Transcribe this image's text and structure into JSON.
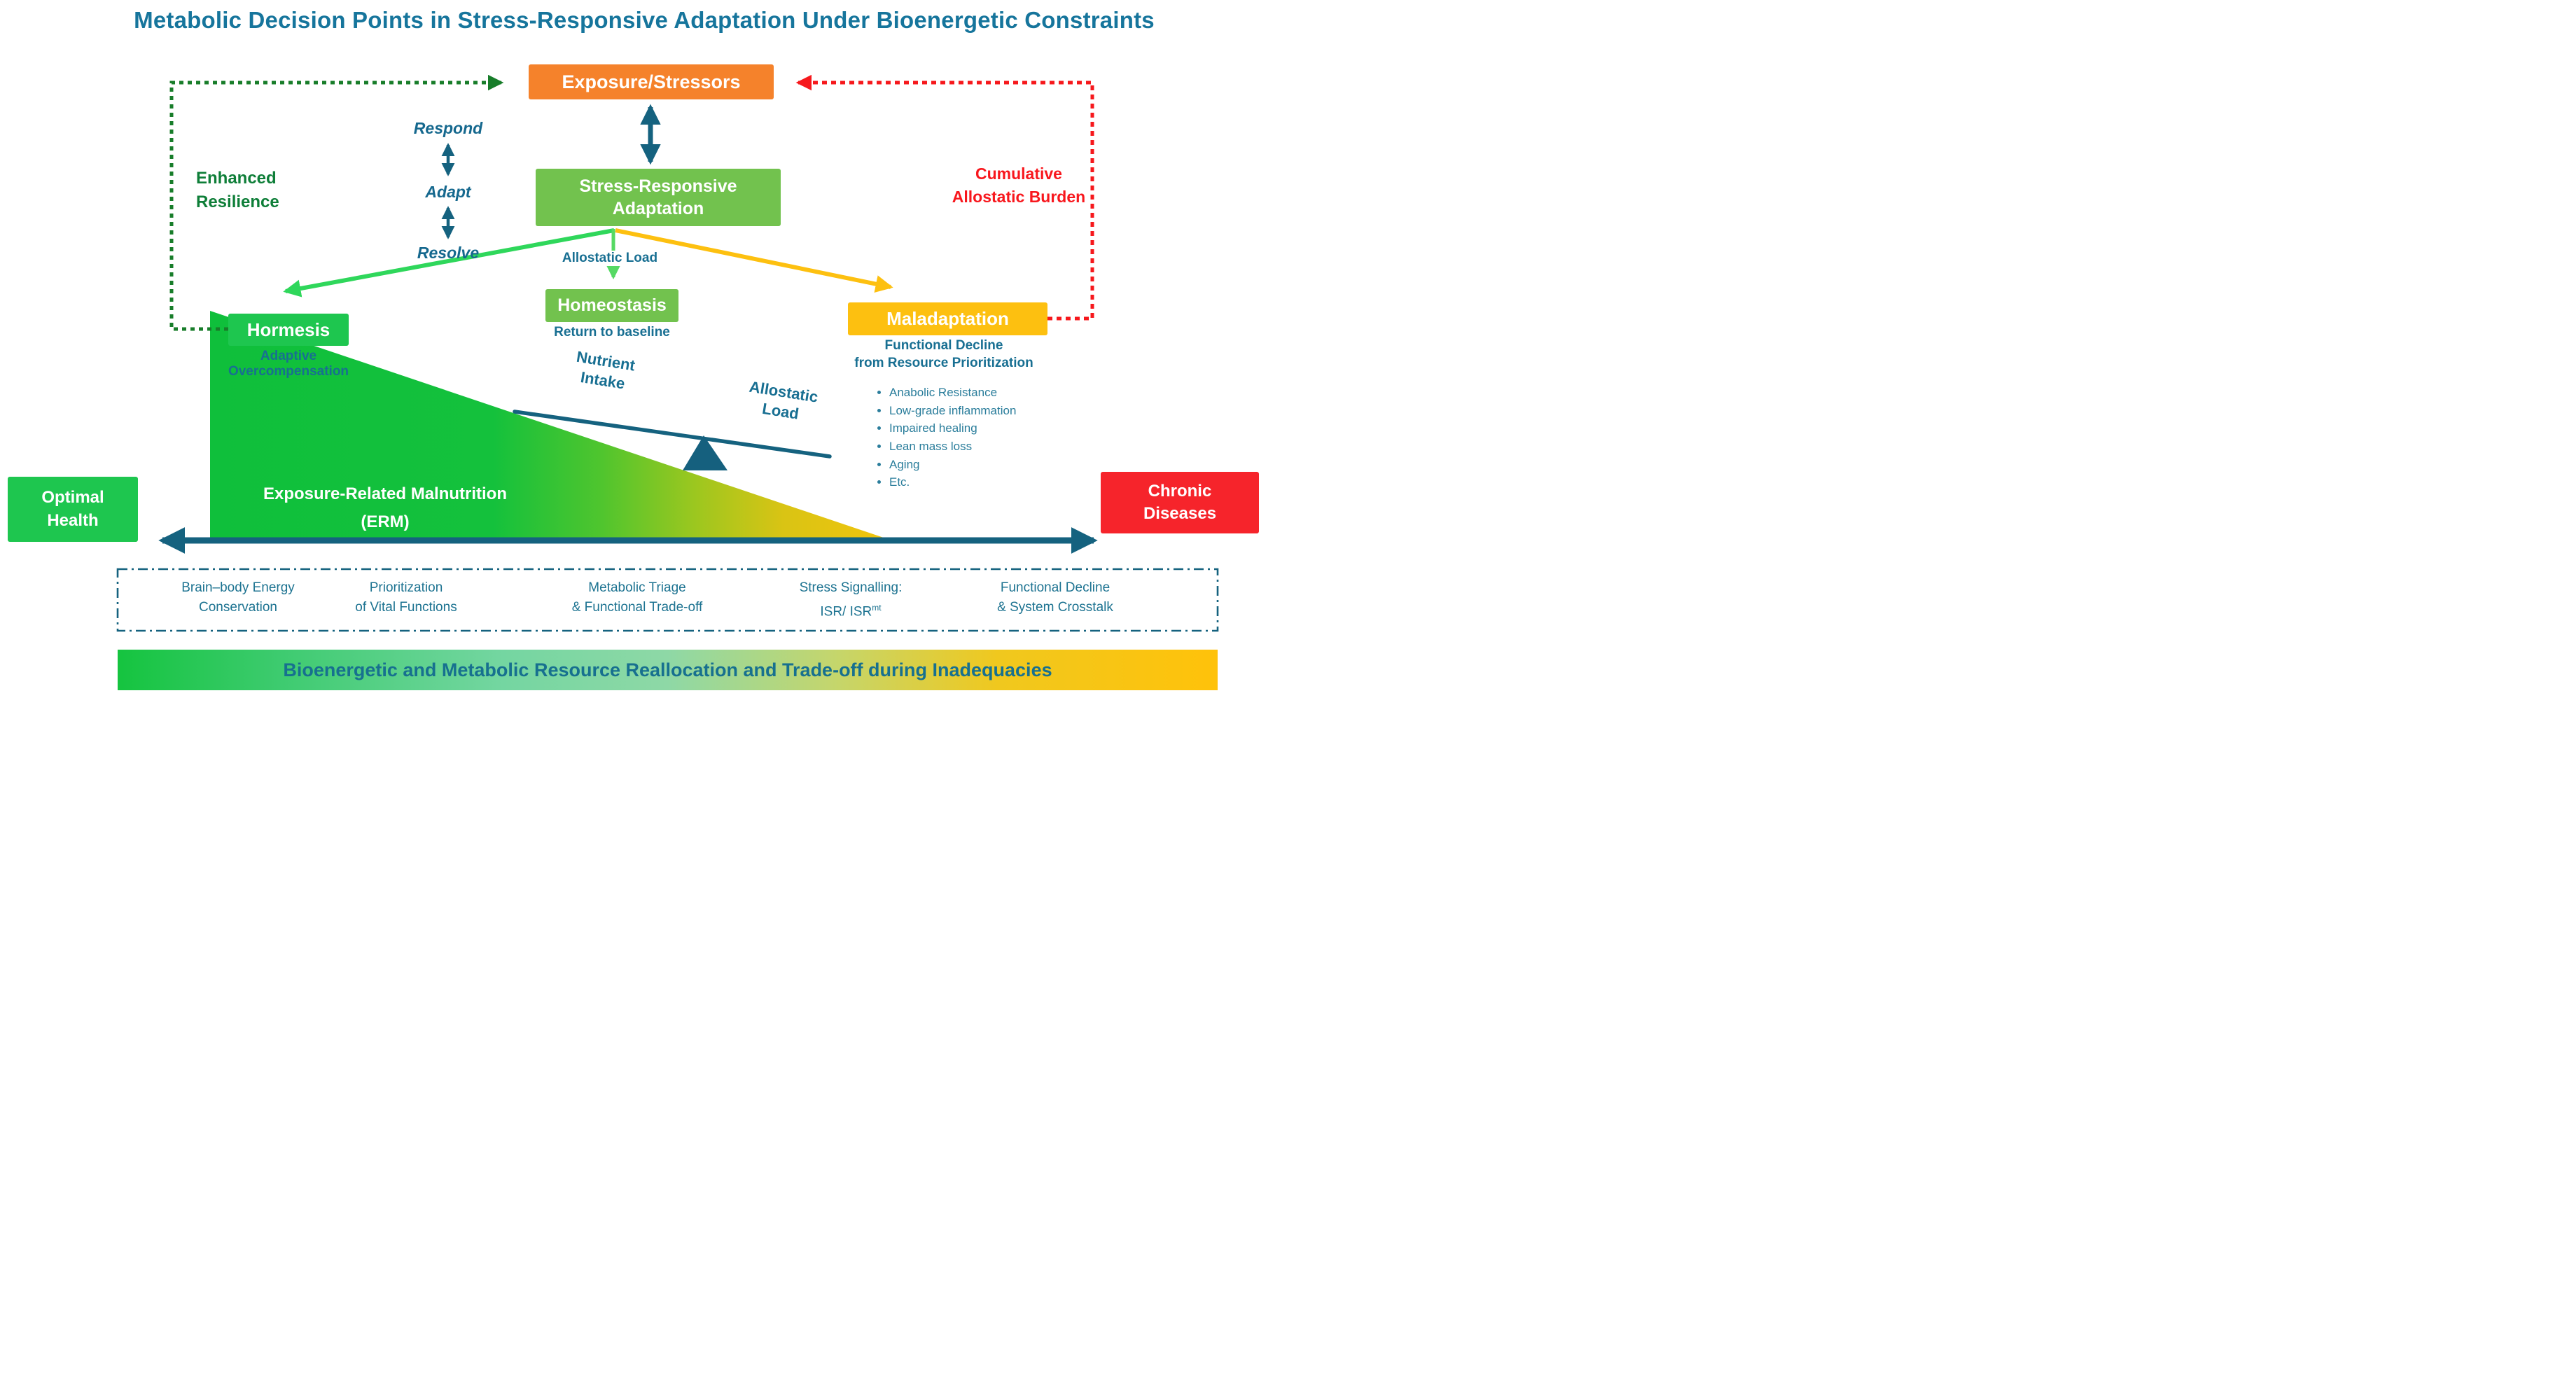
{
  "title": "Metabolic Decision Points in Stress-Responsive Adaptation Under Bioenergetic Constraints",
  "cycle": {
    "respond": "Respond",
    "adapt": "Adapt",
    "resolve": "Resolve"
  },
  "nodes": {
    "exposure": {
      "label": "Exposure/Stressors"
    },
    "adaptation": {
      "line1": "Stress-Responsive",
      "line2": "Adaptation"
    },
    "hormesis": {
      "label": "Hormesis",
      "caption": "Adaptive Overcompensation"
    },
    "homeostasis": {
      "label": "Homeostasis",
      "caption": "Return to baseline"
    },
    "maladaptation": {
      "label": "Maladaptation",
      "caption_line1": "Functional Decline",
      "caption_line2": "from Resource Prioritization",
      "bullets": [
        "Anabolic Resistance",
        "Low-grade inflammation",
        "Impaired healing",
        "Lean mass loss",
        "Aging",
        "Etc."
      ]
    },
    "optimal_health": {
      "line1": "Optimal",
      "line2": "Health"
    },
    "chronic_diseases": {
      "line1": "Chronic",
      "line2": "Diseases"
    }
  },
  "annotations": {
    "enhanced_resilience": {
      "line1": "Enhanced",
      "line2": "Resilience"
    },
    "cumulative_burden": {
      "line1": "Cumulative",
      "line2": "Allostatic Burden"
    },
    "allostatic_load_label": "Allostatic Load"
  },
  "seesaw": {
    "left": {
      "line1": "Nutrient",
      "line2": "Intake"
    },
    "right": {
      "line1": "Allostatic",
      "line2": "Load"
    }
  },
  "wedge": {
    "line1": "Exposure-Related Malnutrition",
    "line2": "(ERM)"
  },
  "pillars": [
    {
      "line1": "Brain–body Energy",
      "line2": "Conservation"
    },
    {
      "line1": "Prioritization",
      "line2": "of Vital Functions"
    },
    {
      "line1": "Metabolic Triage",
      "line2": "& Functional Trade-off"
    },
    {
      "line1": "Stress Signalling:",
      "line2_prefix": "ISR/ ISR",
      "line2_sup": "mt"
    },
    {
      "line1": "Functional Decline",
      "line2": "& System Crosstalk"
    }
  ],
  "footer": {
    "label": "Bioenergetic and Metabolic Resource Reallocation and Trade-off during Inadequacies"
  },
  "colors": {
    "orange": "#F5822B",
    "green_bright": "#1EC64F",
    "green_mid": "#72C24E",
    "yellow": "#FDC010",
    "red_box": "#F6242B",
    "teal": "#15627F",
    "teal_text": "#1B7391",
    "green_dark_text": "#0E7E38",
    "red_text": "#F8171D",
    "title_text": "#16759C"
  }
}
